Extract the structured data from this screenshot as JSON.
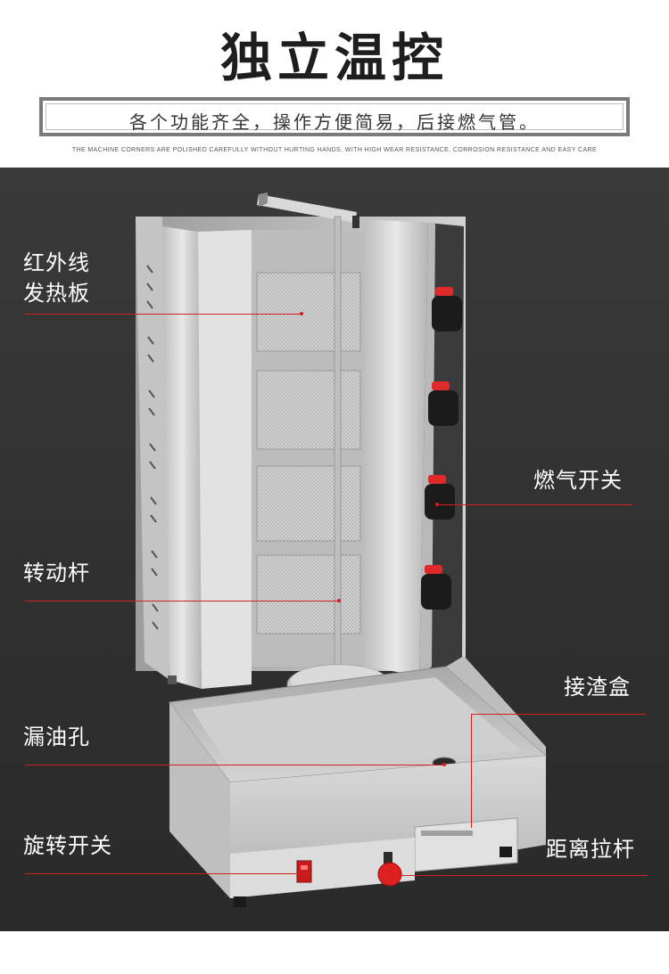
{
  "header": {
    "title": "独立温控",
    "subtitle": "各个功能齐全，操作方便简易，后接燃气管。",
    "tagline": "THE MACHINE CORNERS ARE POLISHED CAREFULLY WITHOUT HURTING HANDS, WITH HIGH WEAR RESISTANCE, CORROSION RESISTANCE AND EASY CARE"
  },
  "callouts": {
    "infrared_heater_line1": "红外线",
    "infrared_heater_line2": "发热板",
    "gas_switch": "燃气开关",
    "rotating_rod": "转动杆",
    "drip_tray": "接渣盒",
    "oil_drain_hole": "漏油孔",
    "rotation_switch": "旋转开关",
    "distance_lever": "距离拉杆"
  },
  "colors": {
    "background_dark": "#333333",
    "leader_line": "#d21f1f",
    "knob_accent": "#e02a2a",
    "steel": "#c8c8c8"
  }
}
